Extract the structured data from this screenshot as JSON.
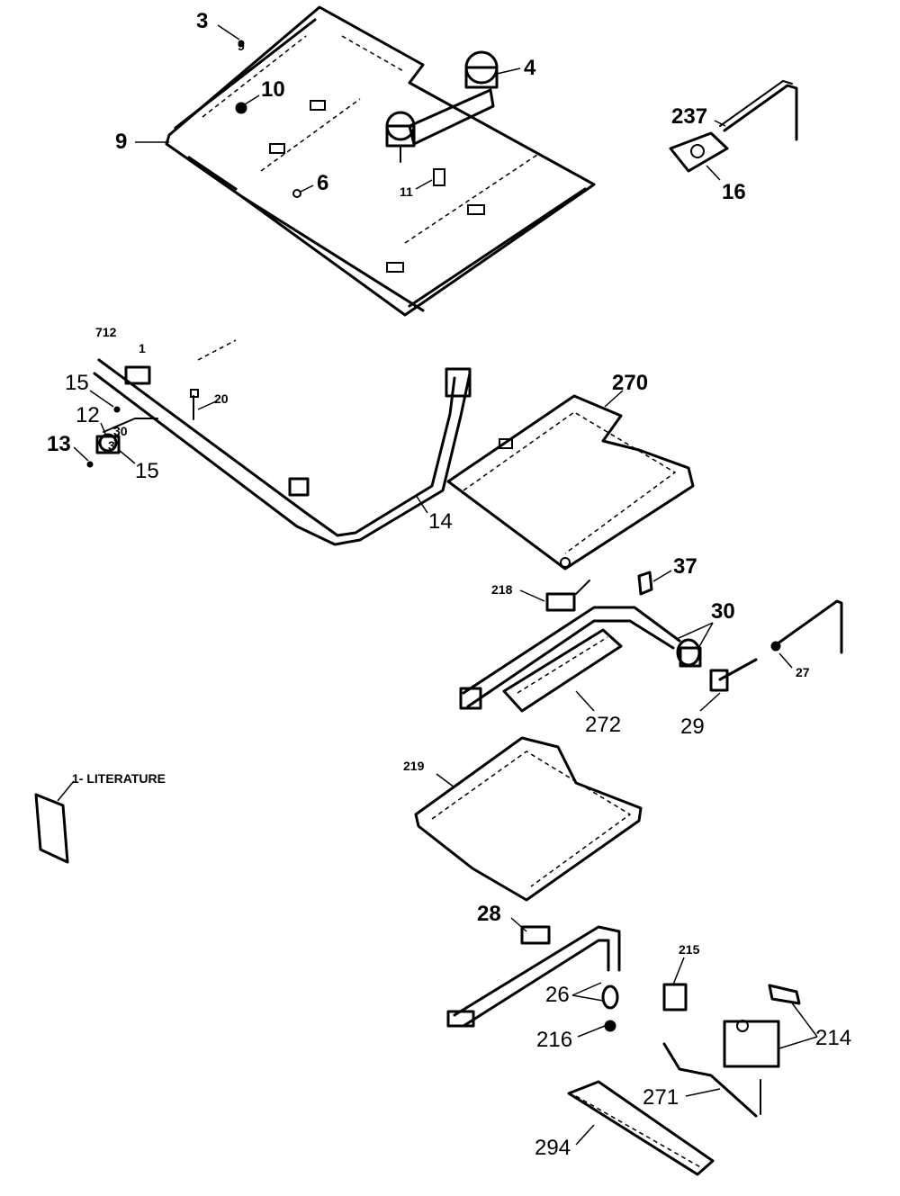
{
  "callouts": {
    "c3": "3",
    "c9a": "9",
    "c4": "4",
    "c10": "10",
    "c9": "9",
    "c6": "6",
    "c11": "11",
    "c237": "237",
    "c16": "16",
    "c712": "712",
    "c1a": "1",
    "c20": "20",
    "c15a": "15",
    "c12": "12",
    "c13": "13",
    "c30a": "30",
    "c3b": "3",
    "c15b": "15",
    "c270": "270",
    "c14": "14",
    "c37": "37",
    "c218": "218",
    "c30": "30",
    "c27": "27",
    "c29": "29",
    "c272": "272",
    "c1lit": "1- LITERATURE",
    "c219": "219",
    "c28": "28",
    "c215": "215",
    "c26": "26",
    "c214": "214",
    "c216": "216",
    "c271": "271",
    "c294": "294"
  }
}
